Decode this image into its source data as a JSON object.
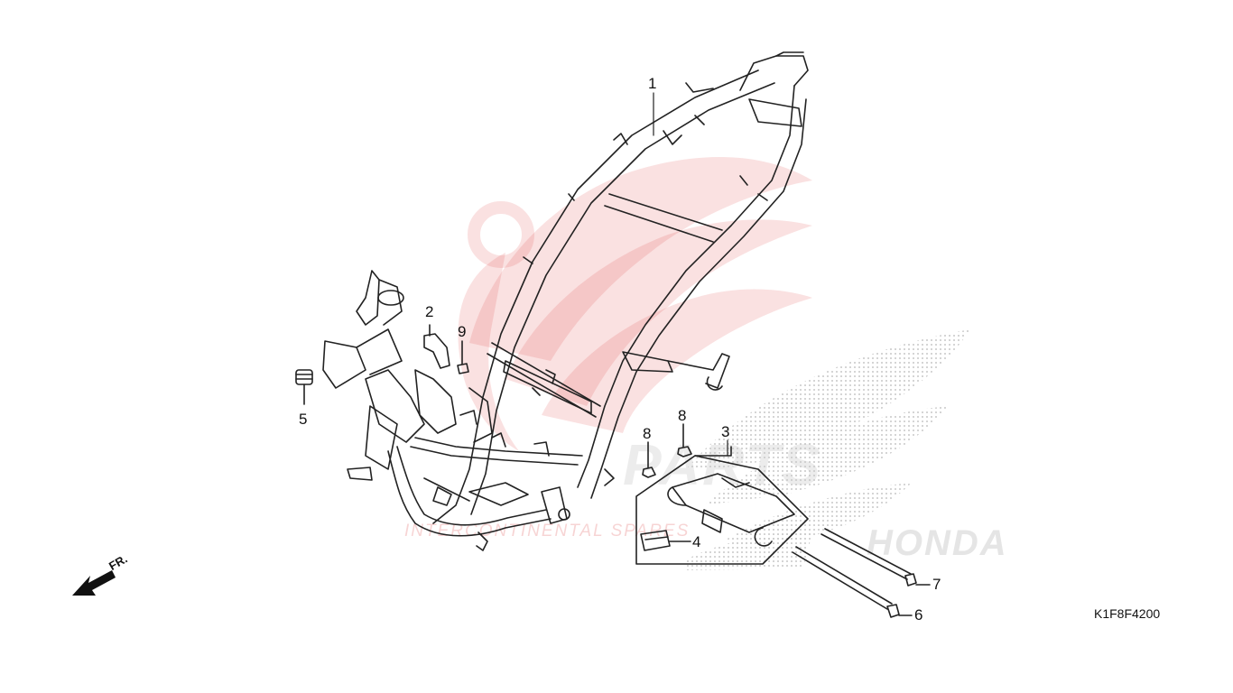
{
  "diagram": {
    "reference_code": "K1F8F4200",
    "direction_label": "FR.",
    "callouts": [
      {
        "id": "1",
        "label": "1"
      },
      {
        "id": "2",
        "label": "2"
      },
      {
        "id": "3",
        "label": "3"
      },
      {
        "id": "4",
        "label": "4"
      },
      {
        "id": "5",
        "label": "5"
      },
      {
        "id": "6",
        "label": "6"
      },
      {
        "id": "7",
        "label": "7"
      },
      {
        "id": "8a",
        "label": "8"
      },
      {
        "id": "8b",
        "label": "8"
      },
      {
        "id": "9",
        "label": "9"
      }
    ],
    "watermark": {
      "main": "PARTS",
      "sub": "INTERCONTINENTAL SPARES",
      "brand": "HONDA",
      "color": "#e04040"
    }
  }
}
